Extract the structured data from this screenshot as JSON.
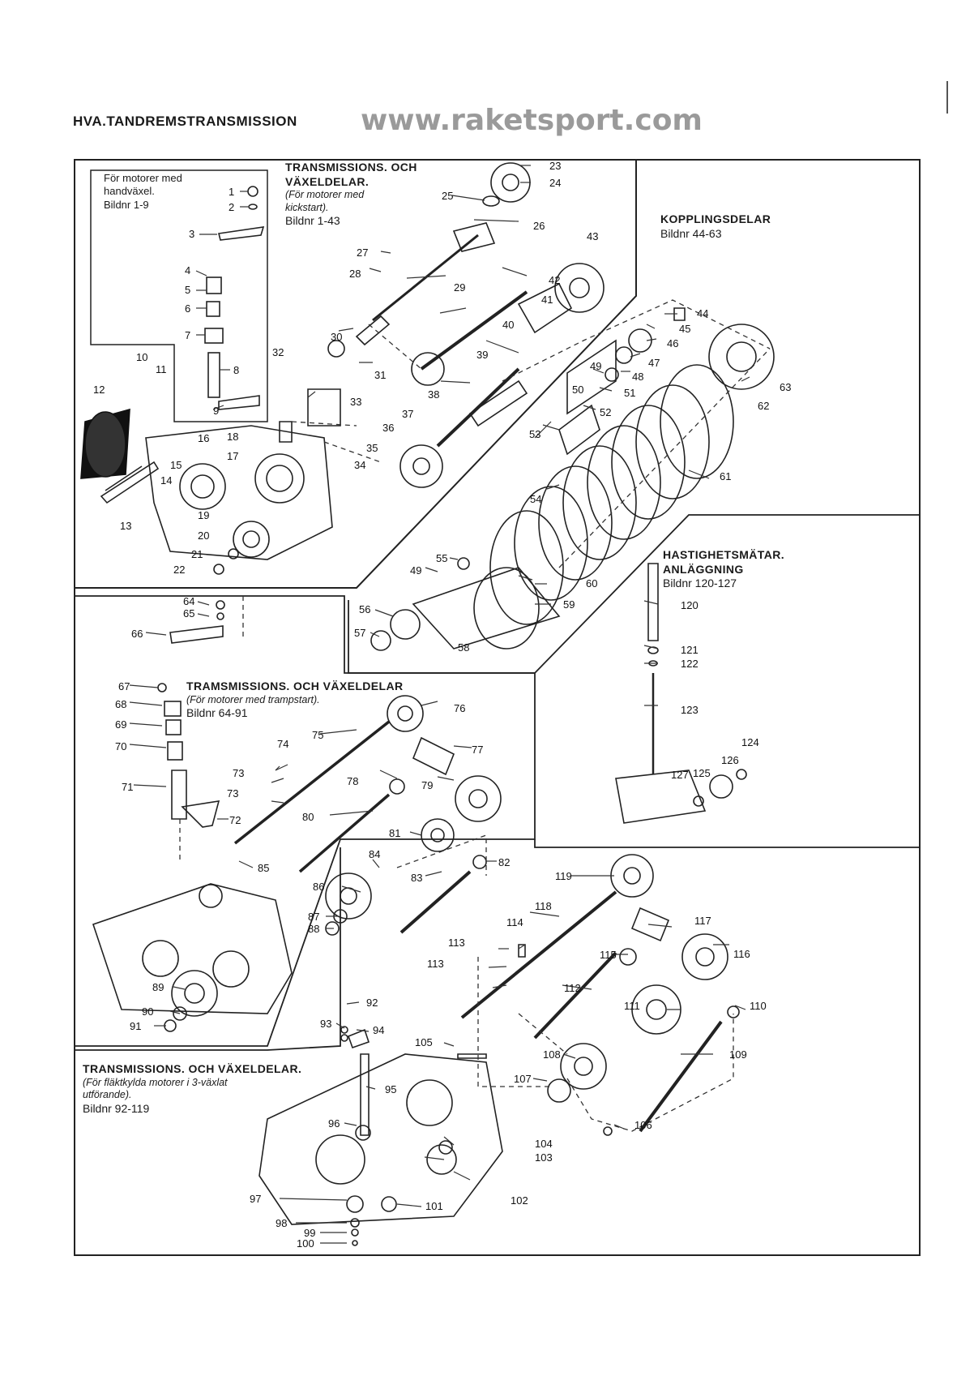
{
  "title": "HVA.TANDREMSTRANSMISSION",
  "watermark": "www.raketsport.com",
  "sections": {
    "handvaxel": {
      "line1": "För motorer med",
      "line2": "handväxel.",
      "line3": "Bildnr 1-9"
    },
    "kickstart": {
      "heading1": "TRANSMISSIONS. OCH",
      "heading2": "VÄXELDELAR.",
      "note1": "(För motorer med",
      "note2": "kickstart).",
      "range": "Bildnr 1-43"
    },
    "koppling": {
      "heading": "KOPPLINGSDELAR",
      "range": "Bildnr 44-63"
    },
    "hastighet": {
      "heading1": "HASTIGHETSMÄTAR.",
      "heading2": "ANLÄGGNING",
      "range": "Bildnr 120-127"
    },
    "trampstart": {
      "heading": "TRAMSMISSIONS. OCH VÄXELDELAR",
      "note": "(För motorer med trampstart).",
      "range": "Bildnr 64-91"
    },
    "flaktkyld": {
      "heading": "TRANSMISSIONS. OCH VÄXELDELAR.",
      "note1": "(För fläktkylda motorer i 3-växlat",
      "note2": "utförande).",
      "range": "Bildnr 92-119"
    }
  },
  "part_numbers": [
    "1",
    "2",
    "3",
    "4",
    "5",
    "6",
    "7",
    "8",
    "9",
    "10",
    "11",
    "12",
    "13",
    "14",
    "15",
    "16",
    "17",
    "18",
    "19",
    "20",
    "21",
    "22",
    "23",
    "24",
    "25",
    "26",
    "27",
    "28",
    "29",
    "30",
    "31",
    "32",
    "33",
    "34",
    "35",
    "36",
    "37",
    "38",
    "39",
    "40",
    "41",
    "42",
    "43",
    "44",
    "45",
    "46",
    "47",
    "48",
    "49",
    "50",
    "51",
    "52",
    "53",
    "54",
    "55",
    "49",
    "56",
    "57",
    "58",
    "59",
    "60",
    "61",
    "62",
    "63",
    "64",
    "65",
    "66",
    "67",
    "68",
    "69",
    "70",
    "71",
    "72",
    "73",
    "73",
    "74",
    "75",
    "76",
    "77",
    "78",
    "79",
    "80",
    "81",
    "82",
    "83",
    "84",
    "85",
    "86",
    "87",
    "88",
    "89",
    "90",
    "91",
    "92",
    "93",
    "94",
    "95",
    "96",
    "97",
    "98",
    "99",
    "100",
    "101",
    "102",
    "103",
    "104",
    "105",
    "106",
    "107",
    "108",
    "109",
    "110",
    "111",
    "112",
    "113",
    "113",
    "114",
    "115",
    "116",
    "117",
    "118",
    "119",
    "120",
    "121",
    "122",
    "123",
    "124",
    "125",
    "126",
    "127"
  ]
}
